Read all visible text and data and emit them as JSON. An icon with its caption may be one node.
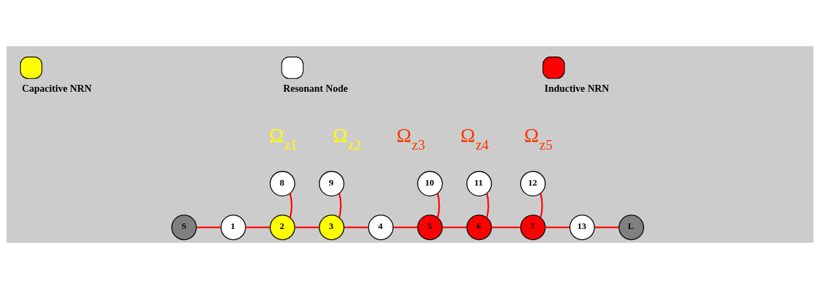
{
  "diagram": {
    "nodes": [
      {
        "text": [
          "8"
        ],
        "beside": [
          "Ω$_{z1}$"
        ]
      },
      {
        "text": [
          "9"
        ],
        "beside": [
          "Ω$_{z2}$"
        ]
      },
      {
        "text": [
          "10"
        ],
        "beside": [
          "Ω$_{z3}$"
        ]
      },
      {
        "text": [
          "11"
        ],
        "beside": [
          "Ω$_{z4}$"
        ]
      },
      {
        "text": [
          "12"
        ],
        "beside": [
          "Ω$_{z5}$"
        ]
      },
      {
        "text": [
          "S"
        ]
      },
      {
        "text": [
          "1"
        ]
      },
      {
        "text": [
          "2"
        ]
      },
      {
        "text": [
          "3"
        ]
      },
      {
        "text": [
          "4"
        ]
      },
      {
        "text": [
          "5"
        ]
      },
      {
        "text": [
          "6"
        ]
      },
      {
        "text": [
          "7"
        ]
      },
      {
        "text": [
          "13"
        ]
      },
      {
        "text": [
          "L"
        ]
      }
    ],
    "edges": [
      {
        "from": 5,
        "to": 6,
        "arrow": "none"
      },
      {
        "from": 6,
        "to": 7,
        "arrow": "none"
      },
      {
        "from": 7,
        "to": 8,
        "arrow": "none"
      },
      {
        "from": 8,
        "to": 9,
        "arrow": "none"
      },
      {
        "from": 9,
        "to": 10,
        "arrow": "none"
      },
      {
        "from": 10,
        "to": 11,
        "arrow": "none"
      },
      {
        "from": 11,
        "to": 12,
        "arrow": "none"
      },
      {
        "from": 12,
        "to": 13,
        "arrow": "none"
      },
      {
        "from": 13,
        "to": 14,
        "arrow": "none"
      },
      {
        "from": 7,
        "to": 0,
        "arrow": "none"
      },
      {
        "from": 8,
        "to": 1,
        "arrow": "none"
      },
      {
        "from": 10,
        "to": 2,
        "arrow": "none"
      },
      {
        "from": 11,
        "to": 3,
        "arrow": "none"
      },
      {
        "from": 12,
        "to": 4,
        "arrow": "none"
      }
    ],
    "legend": [
      {
        "text": "Capacitive NRN",
        "color": "#ffff00"
      },
      {
        "text": "Resonant Node",
        "color": "#ffffff"
      },
      {
        "text": "Inductive NRN",
        "color": "#ff0000"
      }
    ]
  }
}
